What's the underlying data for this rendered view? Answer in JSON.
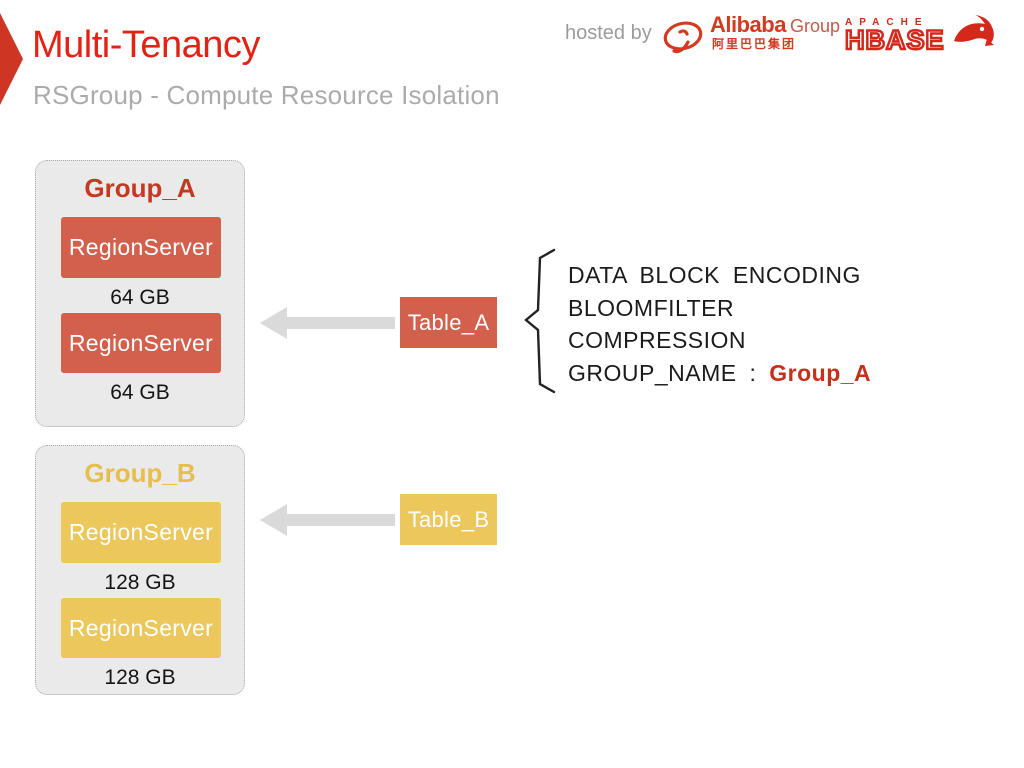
{
  "slide": {
    "title": "Multi-Tenancy",
    "subtitle": "RSGroup - Compute Resource Isolation",
    "hosted_by": "hosted by"
  },
  "logos": {
    "alibaba": {
      "name": "Alibaba",
      "suffix": "Group",
      "chinese": "阿里巴巴集团",
      "mark": "alibaba-a-mark-icon",
      "color": "#D33A1F"
    },
    "hbase": {
      "top": "APACHE",
      "main": "HBASE",
      "mark": "orca-icon",
      "color": "#D4281A"
    }
  },
  "groups": [
    {
      "title": "Group_A",
      "title_color": "#C43A20",
      "box_color": "#D2604C",
      "servers": [
        {
          "label": "RegionServer",
          "memory": "64 GB"
        },
        {
          "label": "RegionServer",
          "memory": "64 GB"
        }
      ]
    },
    {
      "title": "Group_B",
      "title_color": "#E6BE4B",
      "box_color": "#EBC75C",
      "servers": [
        {
          "label": "RegionServer",
          "memory": "128 GB"
        },
        {
          "label": "RegionServer",
          "memory": "128 GB"
        }
      ]
    }
  ],
  "tables": [
    {
      "label": "Table_A",
      "color": "#D2604C"
    },
    {
      "label": "Table_B",
      "color": "#EBC75C"
    }
  ],
  "properties": {
    "lines": [
      "DATA BLOCK ENCODING",
      "BLOOMFILTER",
      "COMPRESSION"
    ],
    "group_name_label": "GROUP_NAME :",
    "group_name_value": "Group_A"
  },
  "theme": {
    "accent_red": "#E32213",
    "chevron_red": "#CE3522",
    "panel_bg": "#EAEAEA",
    "arrow_gray": "#DADADA"
  }
}
